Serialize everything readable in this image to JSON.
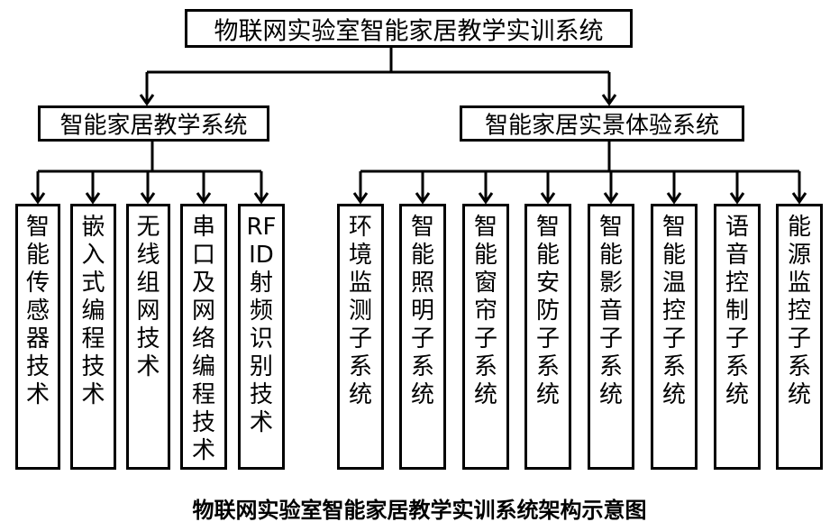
{
  "root": {
    "label": "物联网实验室智能家居教学实训系统"
  },
  "branches": [
    {
      "label": "智能家居教学系统",
      "children": [
        "智能传感器技术",
        "嵌入式编程技术",
        "无线组网技术",
        "串口及网络编程技术",
        "RFID射频识别技术"
      ]
    },
    {
      "label": "智能家居实景体验系统",
      "children": [
        "环境监测子系统",
        "智能照明子系统",
        "智能窗帘子系统",
        "智能安防子系统",
        "智能影音子系统",
        "智能温控子系统",
        "语音控制子系统",
        "能源监控子系统"
      ]
    }
  ],
  "caption": "物联网实验室智能家居教学实训系统架构示意图"
}
